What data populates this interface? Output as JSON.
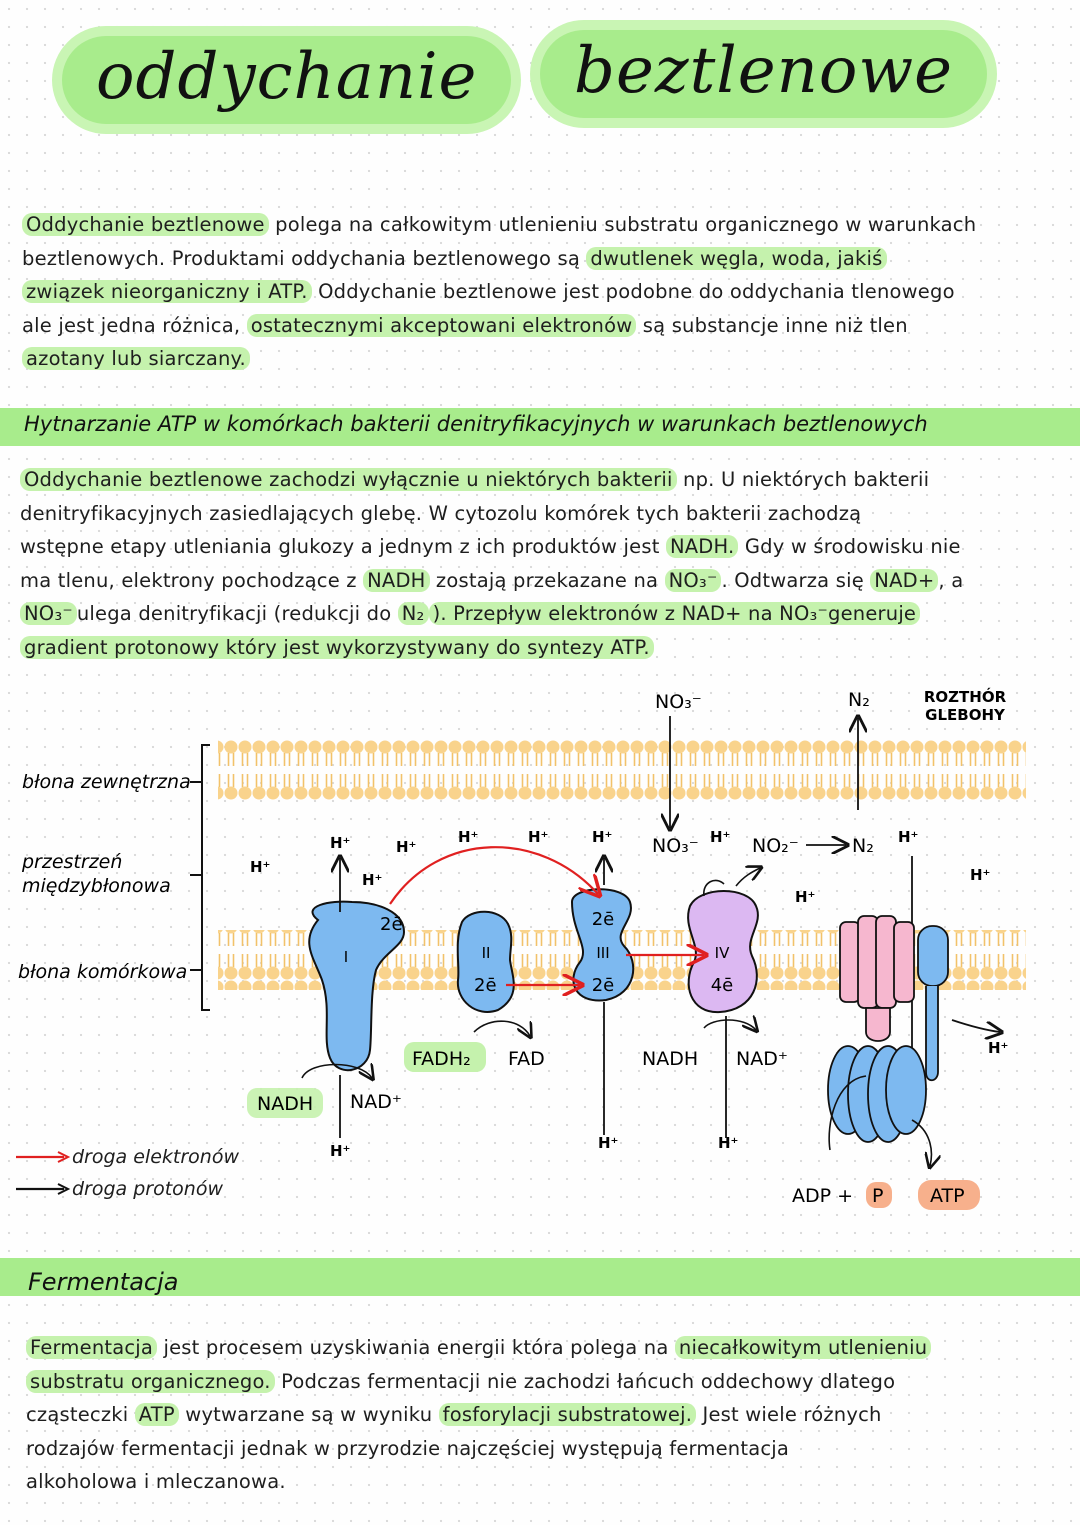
{
  "title": {
    "word1": "oddychanie",
    "word2": "beztlenowe"
  },
  "intro": {
    "l1a": "Oddychanie beztlenowe",
    "l1b": " polega na całkowitym utlenieniu substratu organicznego w warunkach",
    "l2a": "beztlenowych. Produktami oddychania beztlenowego są ",
    "l2b": "dwutlenek węgla, woda, jakiś",
    "l3a": "związek nieorganiczny i ATP.",
    "l3b": " Oddychanie beztlenowe jest podobne do oddychania tlenowego",
    "l4a": "ale jest jedna różnica, ",
    "l4b": "ostatecznymi akceptowani elektronów",
    "l4c": " są substancje inne niż tlen",
    "l5a": "azotany lub siarczany."
  },
  "section1": {
    "heading": "Hytnarzanie ATP w komórkach bakterii denitryfikacyjnych w warunkach beztlenowych"
  },
  "para2": {
    "l1a": "Oddychanie beztlenowe zachodzi wyłącznie u niektórych bakterii",
    "l1b": " np. U niektórych bakterii",
    "l2": "denitryfikacyjnych zasiedlających glebę.  W cytozolu komórek tych bakterii zachodzą",
    "l3a": "wstępne etapy utleniania glukozy a jednym z ich produktów jest ",
    "l3b": "NADH.",
    "l3c": " Gdy w środowisku nie",
    "l4a": "ma tlenu, elektrony pochodzące z ",
    "l4b": "NADH",
    "l4c": " zostają przekazane na ",
    "l4d": "NO₃⁻",
    "l4e": ". Odtwarza się ",
    "l4f": "NAD+",
    "l4g": ", a",
    "l5a": "NO₃⁻",
    "l5b": "ulega denitryfikacji (redukcji do ",
    "l5c": "N₂",
    "l5d": "). Przepływ elektronów z NAD+ na NO₃⁻generuje",
    "l6": "gradient protonowy który jest wykorzystywany do syntezy ATP."
  },
  "diagram": {
    "label_outer_membrane": "błona zewnętrzna",
    "label_space1": "przestrzeń",
    "label_space2": "międzybłonowa",
    "label_cell_membrane": "błona komórkowa",
    "soil1": "ROZTHÓR",
    "soil2": "GLEBOHY",
    "no3_top": "NO₃⁻",
    "n2_top": "N₂",
    "hplus": "H⁺",
    "two_e": "2ē",
    "four_e": "4ē",
    "complex_I": "I",
    "complex_II": "II",
    "complex_III": "III",
    "complex_IV": "IV",
    "no3": "NO₃⁻",
    "no2": "NO₂⁻",
    "n2": "N₂",
    "nadh": "NADH",
    "nad_plus": "NAD⁺",
    "fadh2": "FADH₂",
    "fad": "FAD",
    "adp_pi": "ADP + ",
    "pi": "P",
    "atp": "ATP",
    "colors": {
      "membrane": "#f9d38c",
      "complex": "#7db9f0",
      "nitrate_reductase": "#dcb8f2",
      "atp_synthase": "#f6b7cf",
      "electron_path": "#e02020",
      "highlight": "#c5f2ad",
      "atp_badge": "#f7b08c"
    }
  },
  "legend": {
    "electrons": "droga elektronów",
    "protons": "droga protonów"
  },
  "section2": {
    "heading": "Fermentacja"
  },
  "para3": {
    "l1a": "Fermentacja",
    "l1b": " jest procesem uzyskiwania energii która polega na ",
    "l1c": "niecałkowitym utlenieniu",
    "l2a": "substratu organicznego.",
    "l2b": " Podczas fermentacji nie zachodzi łańcuch oddechowy dlatego",
    "l3a": "cząsteczki ",
    "l3b": "ATP",
    "l3c": " wytwarzane są w wyniku ",
    "l3d": "fosforylacji substratowej.",
    "l3e": " Jest wiele różnych",
    "l4": "rodzajów fermentacji jednak w przyrodzie najczęściej występują fermentacja",
    "l5": "alkoholowa i mleczanowa."
  }
}
